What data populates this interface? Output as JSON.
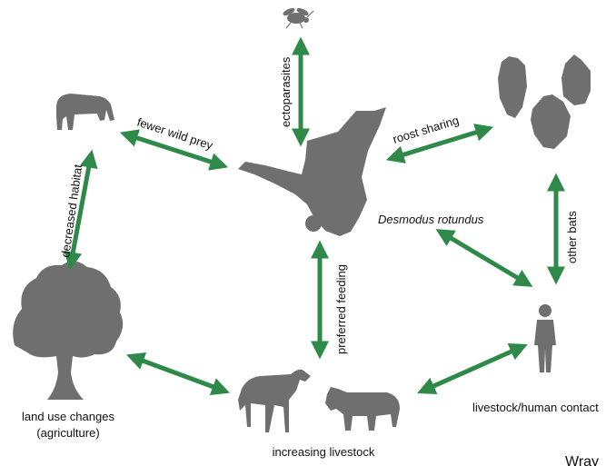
{
  "nodes": {
    "bat": "Desmodus rotundus",
    "land_use_line1": "land use changes",
    "land_use_line2": "(agriculture)",
    "livestock": "increasing livestock",
    "human_contact": "livestock/human contact"
  },
  "edges": {
    "wild_prey": "fewer wild prey",
    "habitat": "decreased habitat",
    "ectoparasites": "ectoparasites",
    "roost": "roost sharing",
    "other_bats": "other bats",
    "feeding": "preferred feeding"
  },
  "footer": {
    "credit": "Wray"
  },
  "colors": {
    "arrow": "#2f8a4a",
    "silhouette": "#6f6f6f"
  }
}
